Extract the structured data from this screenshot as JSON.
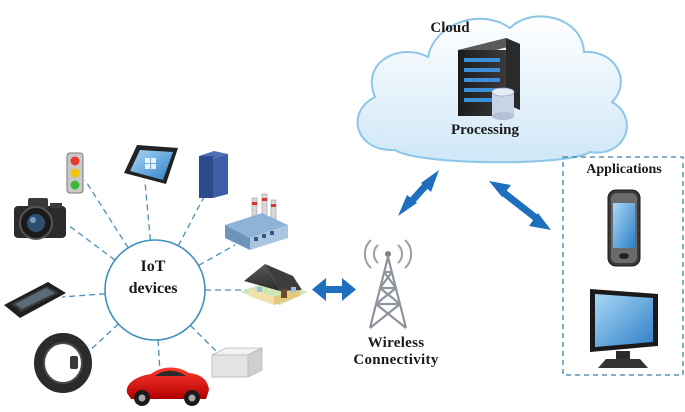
{
  "cloud": {
    "title": "Cloud",
    "caption": "Processing"
  },
  "hub": {
    "line1": "IoT",
    "line2": "devices"
  },
  "connectivity": {
    "line1": "Wireless",
    "line2": "Connectivity"
  },
  "applications": {
    "title": "Applications"
  },
  "devices": [
    "traffic-light",
    "tablet",
    "server-rack",
    "factory",
    "house",
    "mini-pc",
    "car",
    "smart-ring",
    "smartphone",
    "camera"
  ],
  "app_items": [
    "mobile-phone",
    "monitor"
  ],
  "colors": {
    "cloud_fill": "#d6ecf9",
    "cloud_stroke": "#8cc6e8",
    "arrow": "#1f6fbf",
    "hub_stroke": "#3f8fbf",
    "dash": "#4a90b8",
    "tower": "#9aa0a8"
  }
}
